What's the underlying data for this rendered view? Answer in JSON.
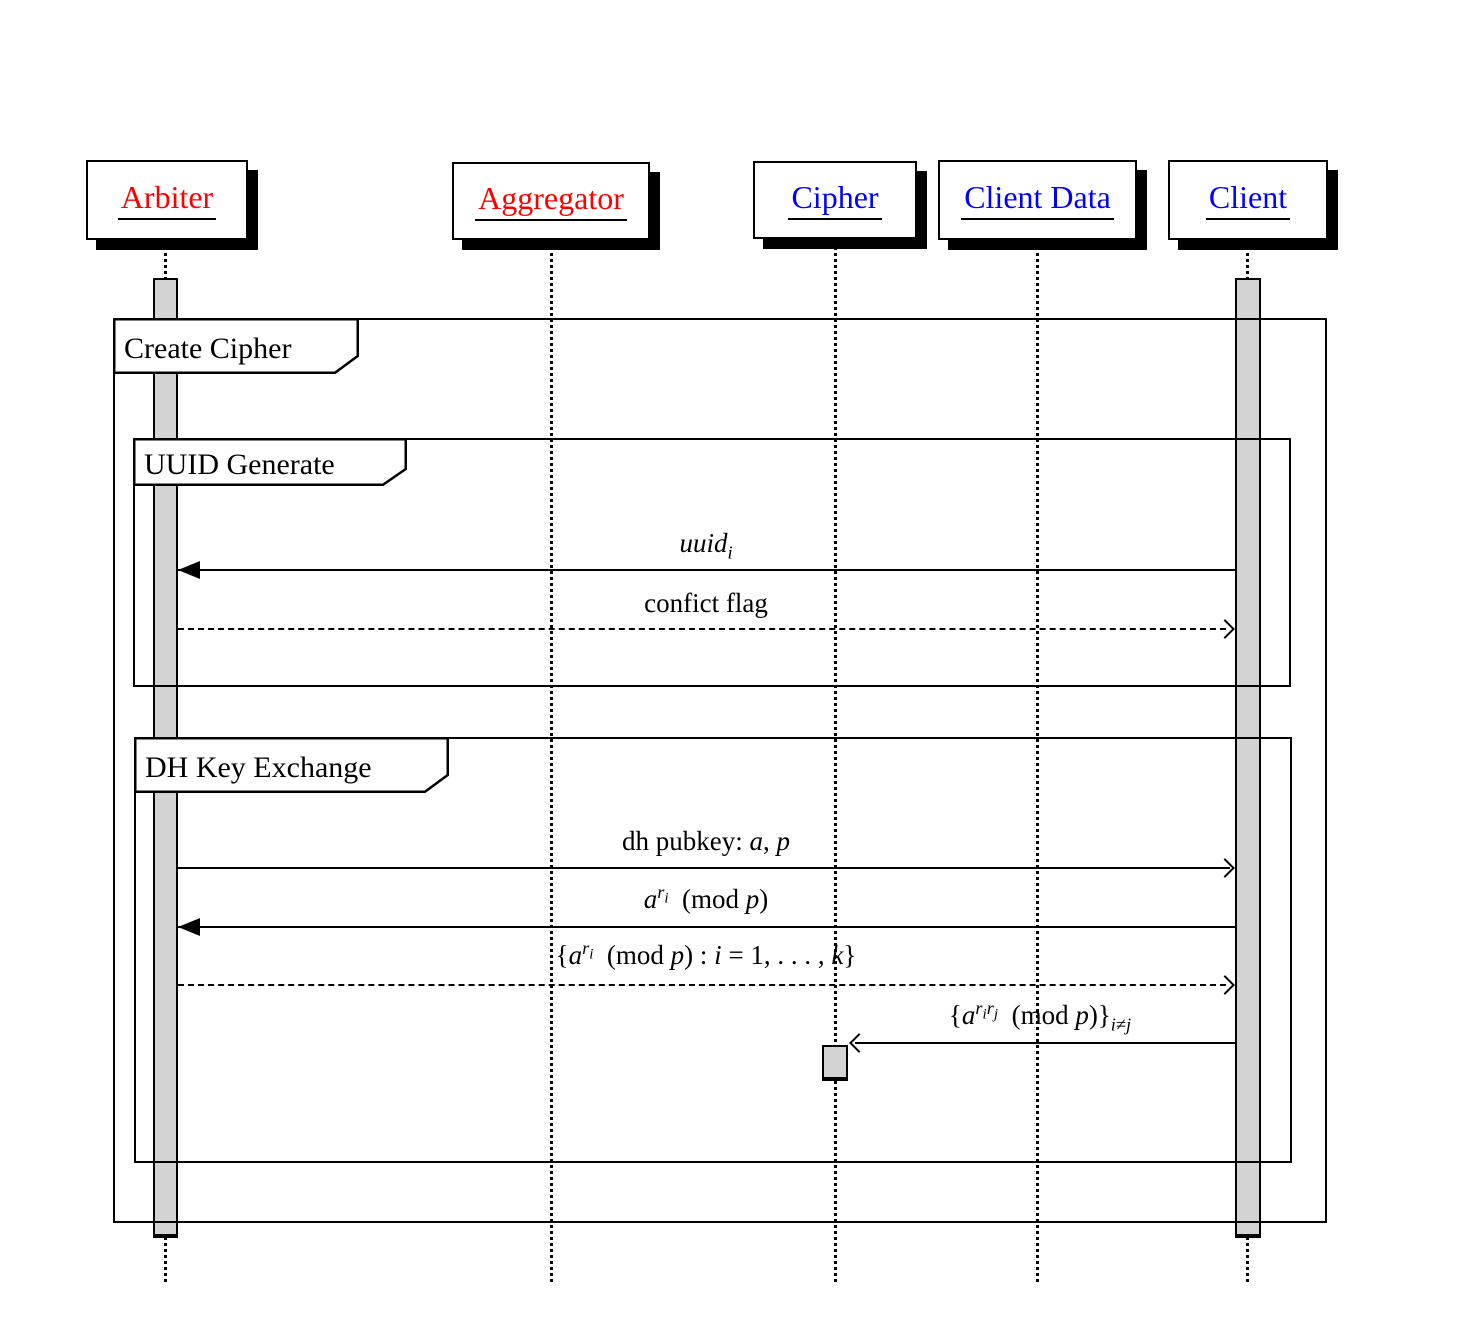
{
  "participants": [
    {
      "label": "Arbiter",
      "color": "#ff0000"
    },
    {
      "label": "Aggregator",
      "color": "#ff0000"
    },
    {
      "label": "Cipher",
      "color": "#0000ff"
    },
    {
      "label": "Client Data",
      "color": "#0000ff"
    },
    {
      "label": "Client",
      "color": "#0000ff"
    }
  ],
  "frames": [
    {
      "label": "Create Cipher"
    },
    {
      "label": "UUID Generate"
    },
    {
      "label": "DH Key Exchange"
    }
  ],
  "messages": [
    {
      "from": "Client",
      "to": "Arbiter",
      "line": "solid",
      "arrowhead": "filled",
      "text": "uuid_i",
      "label_html": "<i>uuid<sub>i</sub></i>"
    },
    {
      "from": "Arbiter",
      "to": "Client",
      "line": "dashed",
      "arrowhead": "open",
      "text": "confict flag",
      "label_html": "confict flag"
    },
    {
      "from": "Arbiter",
      "to": "Client",
      "line": "solid",
      "arrowhead": "open",
      "text": "dh pubkey: a, p",
      "label_html": "dh pubkey: <i>a</i>, <i>p</i>"
    },
    {
      "from": "Client",
      "to": "Arbiter",
      "line": "solid",
      "arrowhead": "filled",
      "text": "a^{r_i} (mod p)",
      "label_html": "<i>a</i><sup><i>r<sub>i</sub></i></sup>&nbsp;&nbsp;(mod <i>p</i>)"
    },
    {
      "from": "Arbiter",
      "to": "Client",
      "line": "dashed",
      "arrowhead": "open",
      "text": "{a^{r_i} (mod p) : i = 1, . . . , k}",
      "label_html": "{<i>a</i><sup><i>r<sub>i</sub></i></sup>&nbsp;&nbsp;(mod <i>p</i>) : <i>i</i> = 1, . . . , <i>k</i>}"
    },
    {
      "from": "Client",
      "to": "Cipher",
      "line": "solid",
      "arrowhead": "open",
      "text": "{a^{r_i r_j} (mod p)}_{i≠j}",
      "label_html": "{<i>a</i><sup><i>r<sub>i</sub></i><i>r<sub>j</sub></i></sup>&nbsp;&nbsp;(mod <i>p</i>)}<sub><i>i</i>≠<i>j</i></sub>"
    }
  ],
  "colors": {
    "participant_red": "#ff0000",
    "participant_blue": "#0000ff",
    "activation_fill": "#d3d3d3",
    "line": "#000000",
    "background": "#ffffff"
  }
}
